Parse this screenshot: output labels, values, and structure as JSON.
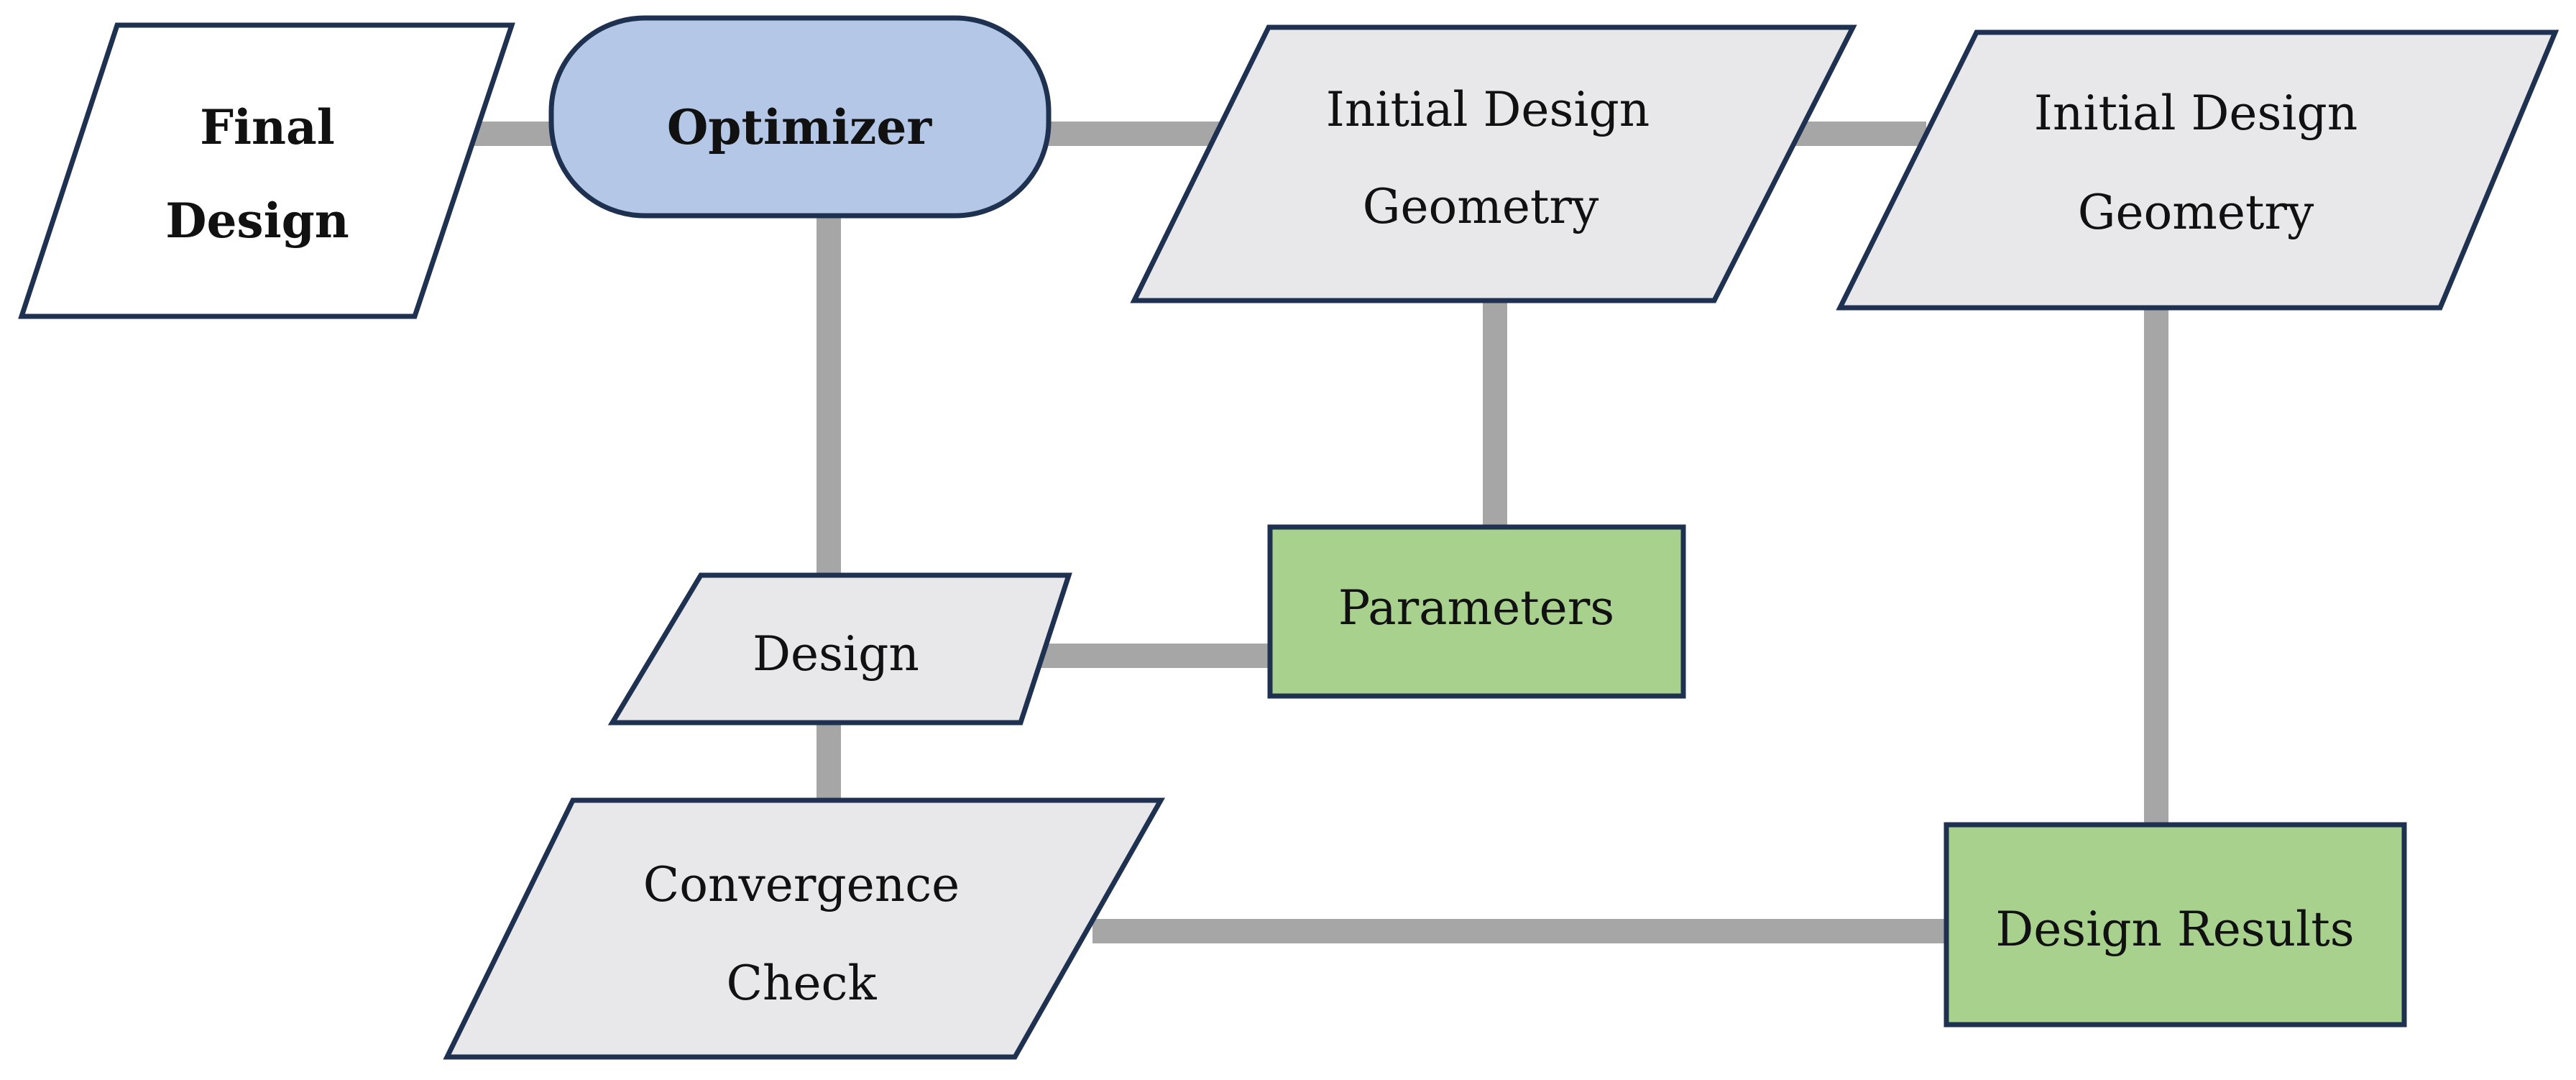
{
  "colors": {
    "connector": "#a6a6a6",
    "outline": "#1f3151",
    "output_fill": "#ffffff",
    "data_fill": "#e8e8ea",
    "optimizer_fill": "#b4c7e7",
    "process_fill": "#a9d18e"
  },
  "nodes": {
    "final_design": {
      "line1": "Final",
      "line2": "Design"
    },
    "optimizer": {
      "label": "Optimizer"
    },
    "initial_design_geometry_1": {
      "line1": "Initial Design",
      "line2": "Geometry"
    },
    "initial_design_geometry_2": {
      "line1": "Initial Design",
      "line2": "Geometry"
    },
    "parameters": {
      "label": "Parameters"
    },
    "design": {
      "label": "Design"
    },
    "convergence_check": {
      "line1": "Convergence",
      "line2": "Check"
    },
    "design_results": {
      "label": "Design Results"
    }
  }
}
